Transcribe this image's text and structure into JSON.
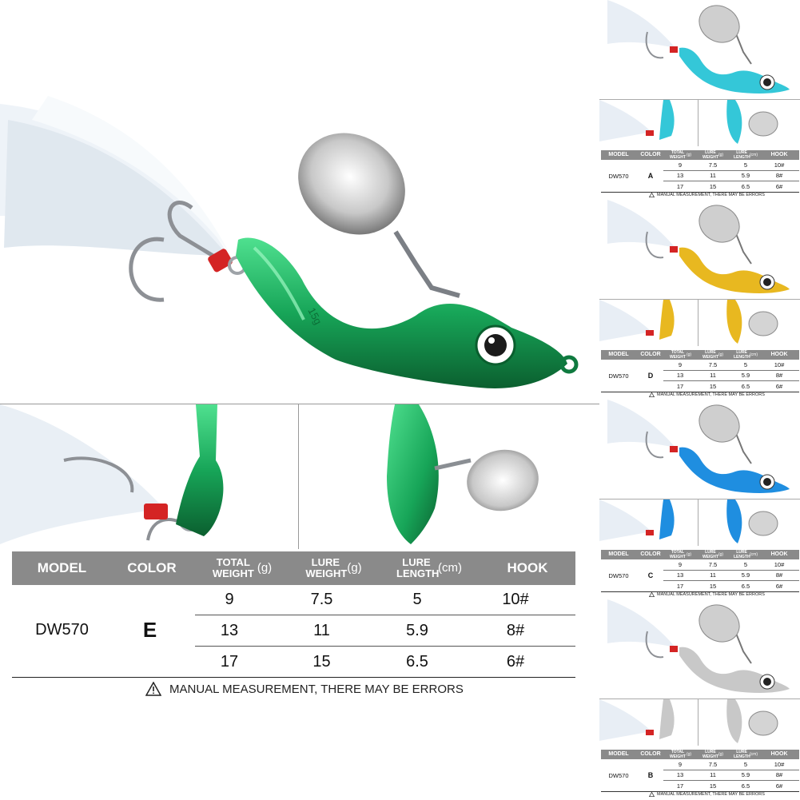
{
  "product": {
    "model_header": "MODEL",
    "color_header": "COLOR",
    "total_weight_header": "TOTAL WEIGHT",
    "total_weight_unit": "(g)",
    "lure_weight_header": "LURE WEIGHT",
    "lure_weight_unit": "(g)",
    "lure_length_header": "LURE LENGTH",
    "lure_length_unit": "(cm)",
    "hook_header": "HOOK",
    "model": "DW570",
    "color": "E",
    "rows": [
      {
        "total_weight": "9",
        "lure_weight": "7.5",
        "lure_length": "5",
        "hook": "10#"
      },
      {
        "total_weight": "13",
        "lure_weight": "11",
        "lure_length": "5.9",
        "hook": "8#"
      },
      {
        "total_weight": "17",
        "lure_weight": "15",
        "lure_length": "6.5",
        "hook": "6#"
      }
    ],
    "note": "MANUAL MEASUREMENT, THERE MAY BE ERRORS",
    "body_marking": "15g"
  },
  "variants": [
    {
      "color_code": "A",
      "body_color": "#34c7d8"
    },
    {
      "color_code": "D",
      "body_color": "#e8b820"
    },
    {
      "color_code": "C",
      "body_color": "#1f8ee0"
    },
    {
      "color_code": "B",
      "body_color": "#c8c8c8"
    }
  ],
  "colors": {
    "main_body": "#18a85a",
    "header_gray": "#8a8a8a",
    "thread_red": "#d42424"
  }
}
